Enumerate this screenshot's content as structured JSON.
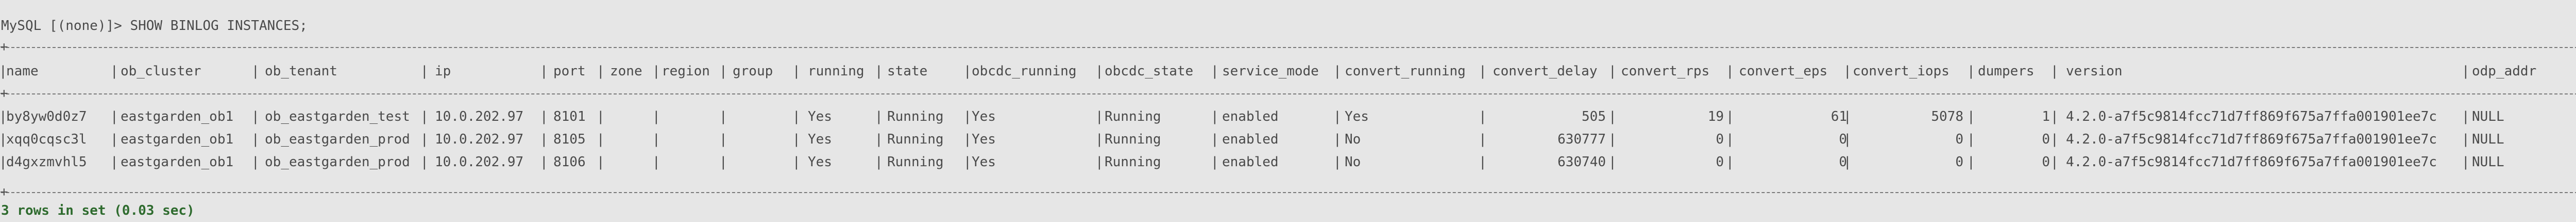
{
  "prompt": "MySQL [(none)]> SHOW BINLOG INSTANCES;",
  "columns": [
    {
      "key": "name",
      "label": "name"
    },
    {
      "key": "ob_cluster",
      "label": "ob_cluster"
    },
    {
      "key": "ob_tenant",
      "label": "ob_tenant"
    },
    {
      "key": "ip",
      "label": "ip"
    },
    {
      "key": "port",
      "label": "port"
    },
    {
      "key": "zone",
      "label": "zone"
    },
    {
      "key": "region",
      "label": "region"
    },
    {
      "key": "group",
      "label": "group"
    },
    {
      "key": "running",
      "label": "running"
    },
    {
      "key": "state",
      "label": "state"
    },
    {
      "key": "obcdc_running",
      "label": "obcdc_running"
    },
    {
      "key": "obcdc_state",
      "label": "obcdc_state"
    },
    {
      "key": "service_mode",
      "label": "service_mode"
    },
    {
      "key": "convert_running",
      "label": "convert_running"
    },
    {
      "key": "convert_delay",
      "label": "convert_delay"
    },
    {
      "key": "convert_rps",
      "label": "convert_rps"
    },
    {
      "key": "convert_eps",
      "label": "convert_eps"
    },
    {
      "key": "convert_iops",
      "label": "convert_iops"
    },
    {
      "key": "dumpers",
      "label": "dumpers"
    },
    {
      "key": "version",
      "label": "version"
    },
    {
      "key": "odp_addr",
      "label": "odp_addr"
    }
  ],
  "rows": [
    {
      "name": "by8yw0d0z7",
      "ob_cluster": "eastgarden_ob1",
      "ob_tenant": "ob_eastgarden_test",
      "ip": "10.0.202.97",
      "port": "8101",
      "zone": "",
      "region": "",
      "group": "",
      "running": "Yes",
      "state": "Running",
      "obcdc_running": "Yes",
      "obcdc_state": "Running",
      "service_mode": "enabled",
      "convert_running": "Yes",
      "convert_delay": "505",
      "convert_rps": "19",
      "convert_eps": "61",
      "convert_iops": "5078",
      "dumpers": "1",
      "version": "4.2.0-a7f5c9814fcc71d7ff869f675a7ffa001901ee7c",
      "odp_addr": "NULL"
    },
    {
      "name": "xqq0cqsc3l",
      "ob_cluster": "eastgarden_ob1",
      "ob_tenant": "ob_eastgarden_prod",
      "ip": "10.0.202.97",
      "port": "8105",
      "zone": "",
      "region": "",
      "group": "",
      "running": "Yes",
      "state": "Running",
      "obcdc_running": "Yes",
      "obcdc_state": "Running",
      "service_mode": "enabled",
      "convert_running": "No",
      "convert_delay": "630777",
      "convert_rps": "0",
      "convert_eps": "0",
      "convert_iops": "0",
      "dumpers": "0",
      "version": "4.2.0-a7f5c9814fcc71d7ff869f675a7ffa001901ee7c",
      "odp_addr": "NULL"
    },
    {
      "name": "d4gxzmvhl5",
      "ob_cluster": "eastgarden_ob1",
      "ob_tenant": "ob_eastgarden_prod",
      "ip": "10.0.202.97",
      "port": "8106",
      "zone": "",
      "region": "",
      "group": "",
      "running": "Yes",
      "state": "Running",
      "obcdc_running": "Yes",
      "obcdc_state": "Running",
      "service_mode": "enabled",
      "convert_running": "No",
      "convert_delay": "630740",
      "convert_rps": "0",
      "convert_eps": "0",
      "convert_iops": "0",
      "dumpers": "0",
      "version": "4.2.0-a7f5c9814fcc71d7ff869f675a7ffa001901ee7c",
      "odp_addr": "NULL"
    }
  ],
  "status": "3 rows in set (0.03 sec)"
}
